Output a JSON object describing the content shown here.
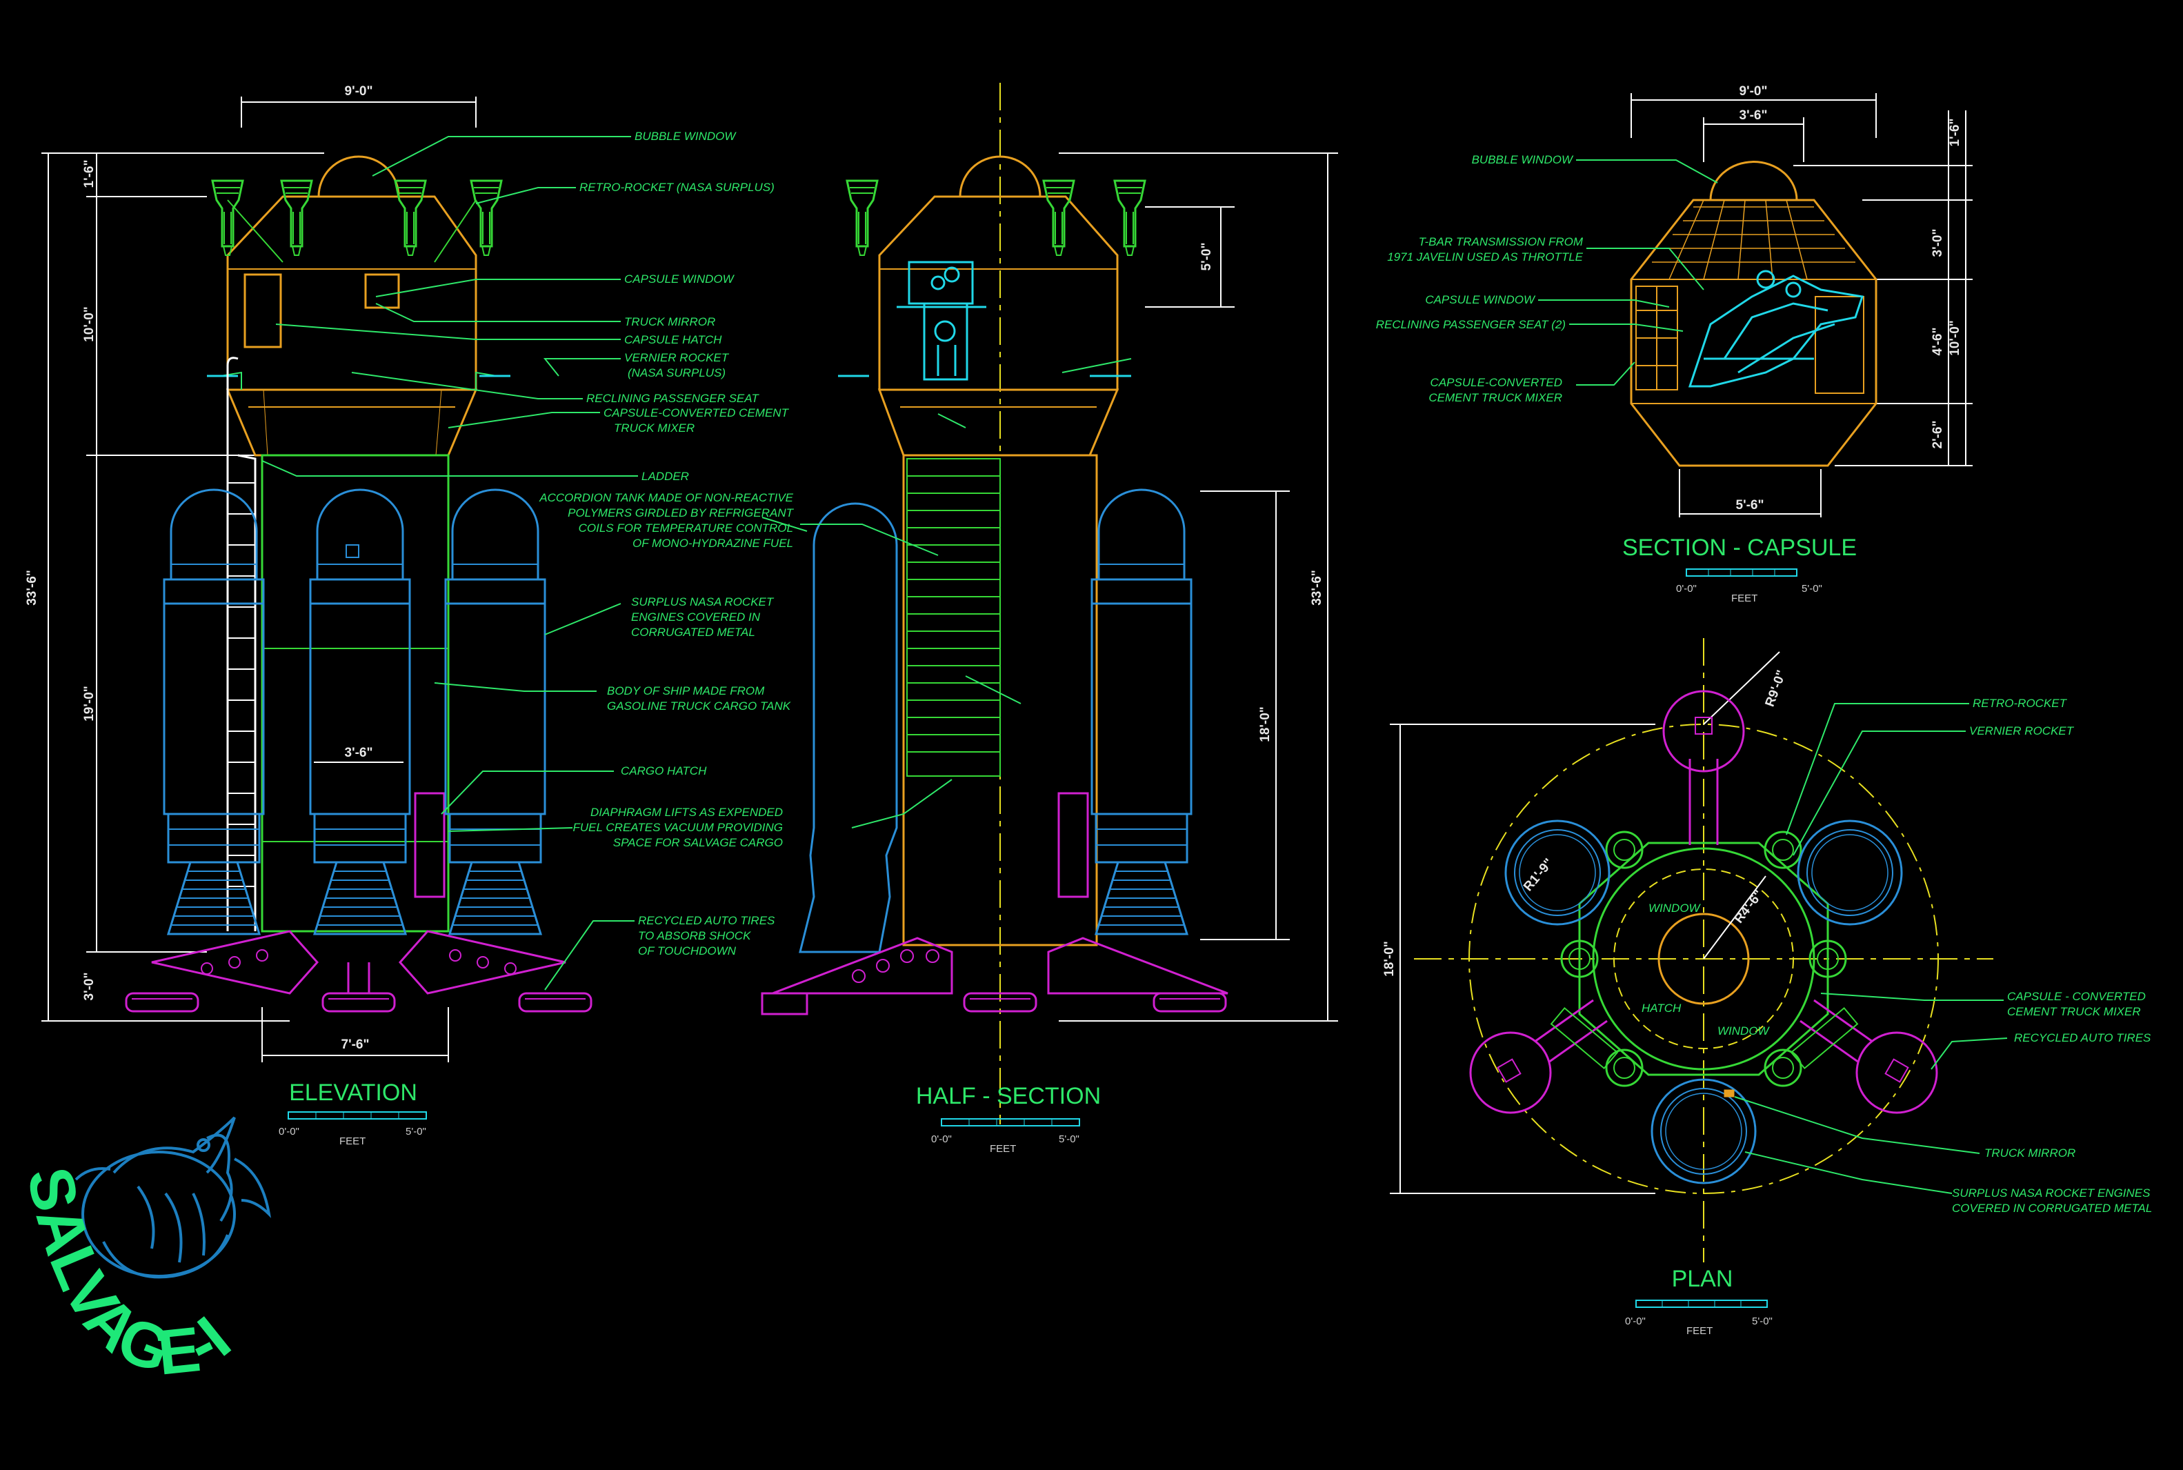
{
  "colors": {
    "background": "#000000",
    "annotation": "#2ee86a",
    "dimension": "#ffffff",
    "capsule": "#e8a020",
    "tanks": "#2a8fd8",
    "rockets": "#36d836",
    "landing_gear": "#d020d0",
    "section_detail": "#20d8e8",
    "centerline": "#e8e020"
  },
  "logo": {
    "text": "SALVAGE-I",
    "icon": "eagle-emblem-icon"
  },
  "elevation": {
    "title": "ELEVATION",
    "scale": {
      "start": "0'-0\"",
      "end": "5'-0\"",
      "unit": "FEET"
    },
    "dimensions": {
      "top_width": "9'-0\"",
      "bottom_width": "7'-6\"",
      "tank_width": "3'-6\"",
      "overall_height": "33'-6\"",
      "dome": "1'-6\"",
      "capsule_section": "10'-0\"",
      "tank_section": "19'-0\"",
      "legs": "3'-0\""
    },
    "labels": {
      "bubble_window": "BUBBLE WINDOW",
      "retro_rocket": "RETRO-ROCKET (NASA SURPLUS)",
      "capsule_window": "CAPSULE WINDOW",
      "truck_mirror": "TRUCK MIRROR",
      "capsule_hatch": "CAPSULE HATCH",
      "vernier_1": "VERNIER ROCKET",
      "vernier_2": "(NASA SURPLUS)",
      "reclining_seat": "RECLINING PASSENGER SEAT",
      "mixer_1": "CAPSULE-CONVERTED CEMENT",
      "mixer_2": "TRUCK MIXER",
      "ladder": "LADDER",
      "accordion_1": "ACCORDION TANK MADE OF NON-REACTIVE",
      "accordion_2": "POLYMERS GIRDLED BY REFRIGERANT",
      "accordion_3": "COILS FOR  TEMPERATURE CONTROL",
      "accordion_4": "OF MONO-HYDRAZINE FUEL",
      "engines_1": "SURPLUS NASA ROCKET",
      "engines_2": "ENGINES COVERED IN",
      "engines_3": "CORRUGATED METAL",
      "body_1": "BODY OF SHIP MADE FROM",
      "body_2": "GASOLINE TRUCK CARGO TANK",
      "cargo_hatch": "CARGO HATCH",
      "diaphragm_1": "DIAPHRAGM LIFTS AS EXPENDED",
      "diaphragm_2": "FUEL CREATES VACUUM PROVIDING",
      "diaphragm_3": "SPACE FOR SALVAGE CARGO",
      "tires_1": "RECYCLED AUTO TIRES",
      "tires_2": "TO ABSORB SHOCK",
      "tires_3": "OF TOUCHDOWN"
    }
  },
  "half_section": {
    "title": "HALF - SECTION",
    "scale": {
      "start": "0'-0\"",
      "end": "5'-0\"",
      "unit": "FEET"
    },
    "dimensions": {
      "capsule": "5'-0\"",
      "overall_height": "33'-6\"",
      "tank": "18'-0\""
    }
  },
  "section_capsule": {
    "title": "SECTION - CAPSULE",
    "scale": {
      "start": "0'-0\"",
      "end": "5'-0\"",
      "unit": "FEET"
    },
    "dimensions": {
      "width": "9'-0\"",
      "dome_width": "3'-6\"",
      "base_width": "5'-6\"",
      "dome_height": "1'-6\"",
      "upper": "3'-0\"",
      "middle": "4'-6\"",
      "lower": "2'-6\"",
      "overall": "10'-0\""
    },
    "labels": {
      "bubble_window": "BUBBLE WINDOW",
      "tbar_1": "T-BAR TRANSMISSION FROM",
      "tbar_2": "1971 JAVELIN USED AS THROTTLE",
      "capsule_window": "CAPSULE WINDOW",
      "seat": "RECLINING PASSENGER SEAT (2)",
      "mixer_1": "CAPSULE-CONVERTED",
      "mixer_2": "CEMENT TRUCK MIXER"
    }
  },
  "plan": {
    "title": "PLAN",
    "scale": {
      "start": "0'-0\"",
      "end": "5'-0\"",
      "unit": "FEET"
    },
    "dimensions": {
      "radius_outer": "R9'-0\"",
      "radius_tank": "R1'-9\"",
      "radius_capsule": "R4'-6\"",
      "diameter": "18'-0\""
    },
    "labels": {
      "retro_rocket": "RETRO-ROCKET",
      "vernier_rocket": "VERNIER ROCKET",
      "window_1": "WINDOW",
      "window_2": "WINDOW",
      "hatch": "HATCH",
      "mixer_1": "CAPSULE - CONVERTED",
      "mixer_2": "CEMENT TRUCK MIXER",
      "tires": "RECYCLED AUTO TIRES",
      "truck_mirror": "TRUCK MIRROR",
      "engines_1": "SURPLUS NASA ROCKET ENGINES",
      "engines_2": "COVERED IN CORRUGATED METAL"
    }
  }
}
